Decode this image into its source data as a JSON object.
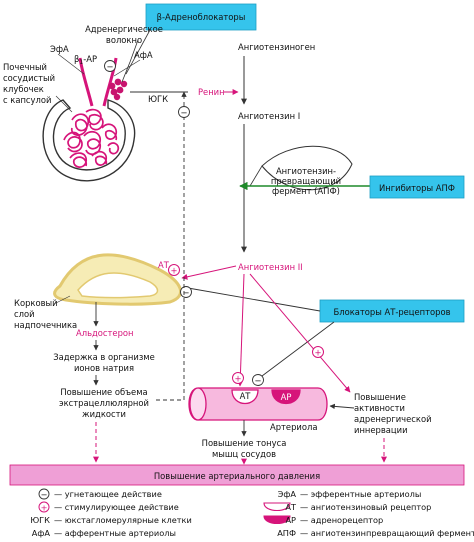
{
  "boxes": {
    "beta_blockers": "β-Адреноблокаторы",
    "ace_inhibitors": "Ингибиторы АПФ",
    "at_blockers": "Блокаторы АТ-рецепторов",
    "bp_increase": "Повышение артериального давления"
  },
  "kidney": {
    "adrenergic_fiber": [
      "Адренергическое",
      "волокно"
    ],
    "efa": "ЭфА",
    "b1ar_prefix": "β",
    "b1ar_sub": "1",
    "b1ar_suffix": "-АР",
    "afa": "АфА",
    "glomerulus": [
      "Почечный",
      "сосудистый",
      "клубочек",
      "с капсулой"
    ],
    "jga": "ЮГК",
    "renin": "Ренин"
  },
  "cascade": {
    "angiotensinogen": "Ангиотензиноген",
    "angiotensin1": "Ангиотензин I",
    "ace": [
      "Ангиотензин-",
      "превращающий",
      "фермент (АПФ)"
    ],
    "angiotensin2": "Ангиотензин II"
  },
  "adrenal": {
    "at_label": "АТ",
    "cortex": [
      "Корковый",
      "слой",
      "надпочечника"
    ],
    "aldosterone": "Альдостерон"
  },
  "flow": {
    "sodium": [
      "Задержка в организме",
      "ионов натрия"
    ],
    "ecf": [
      "Повышение объема",
      "экстрацеллюлярной",
      "жидкости"
    ],
    "arteriole": "Артериола",
    "at_receptor": "АТ",
    "ar_receptor": "АР",
    "vessel_tone": [
      "Повышение тонуса",
      "мышц сосудов"
    ],
    "adrenergic_activity": [
      "Повышение",
      "активности",
      "адренергической",
      "иннервации"
    ]
  },
  "signs": {
    "minus": "−",
    "plus": "+"
  },
  "legend": {
    "inhibit": "— угнетающее действие",
    "stimulate": "— стимулирующее действие",
    "jga_key": "ЮГК",
    "jga_desc": "— юкстагломерулярные клетки",
    "afa_key": "АфА",
    "afa_desc": "— афферентные артериолы",
    "efa_key": "ЭфА",
    "efa_desc": "— эфферентные артериолы",
    "at_key": "АТ",
    "at_desc": "— ангиотензиновый рецептор",
    "ar_key": "АР",
    "ar_desc": "— адренорецептор",
    "ace_key": "АПФ",
    "ace_desc": "— ангиотензинпревращающий фермент"
  },
  "colors": {
    "accent": "#d6147a",
    "cyan": "#35c4ec",
    "pink_band": "#ef9fd6",
    "adrenal_fill": "#f6ecb5",
    "adrenal_stroke": "#e2c970",
    "dark": "#333333",
    "green": "#1f8a2a"
  }
}
